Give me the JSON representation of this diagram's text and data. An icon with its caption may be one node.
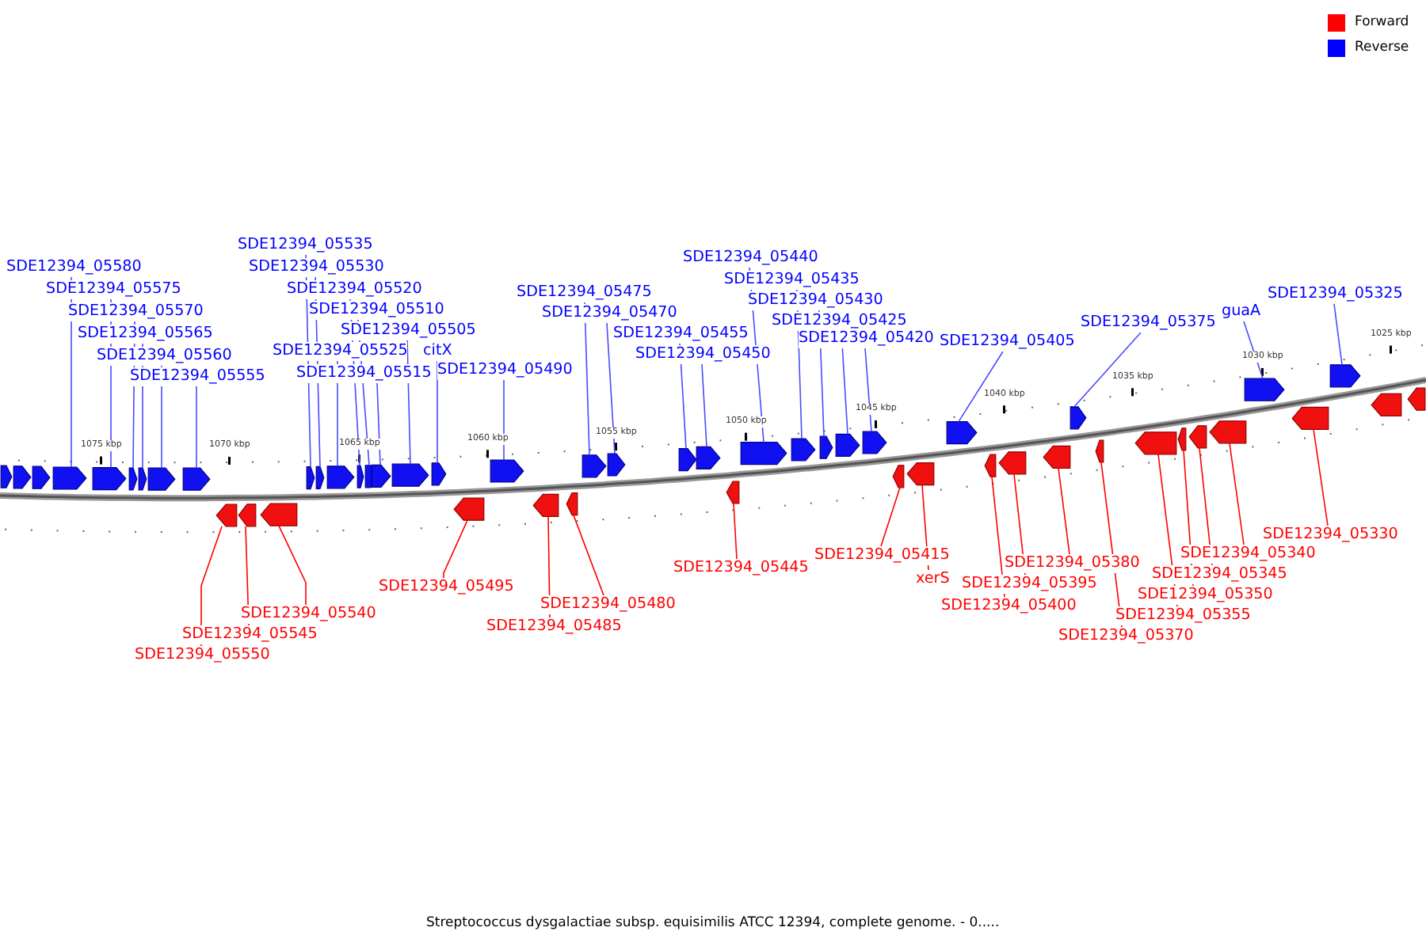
{
  "diagram": {
    "caption": "Streptococcus dysgalactiae subsp. equisimilis ATCC 12394, complete genome. - 0.....",
    "nodes": [
      {
        "text": [
          "SDE12394_05580"
        ]
      },
      {
        "text": [
          "SDE12394_05575"
        ]
      },
      {
        "text": [
          "SDE12394_05570"
        ]
      },
      {
        "text": [
          "SDE12394_05565"
        ]
      },
      {
        "text": [
          "SDE12394_05560"
        ]
      },
      {
        "text": [
          "SDE12394_05555"
        ]
      },
      {
        "text": [
          "SDE12394_05535"
        ]
      },
      {
        "text": [
          "SDE12394_05530"
        ]
      },
      {
        "text": [
          "SDE12394_05520"
        ]
      },
      {
        "text": [
          "SDE12394_05525"
        ]
      },
      {
        "text": [
          "SDE12394_05510"
        ]
      },
      {
        "text": [
          "SDE12394_05515"
        ]
      },
      {
        "text": [
          "SDE12394_05505"
        ]
      },
      {
        "text": [
          "citX"
        ]
      },
      {
        "text": [
          "SDE12394_05490"
        ]
      },
      {
        "text": [
          "SDE12394_05475"
        ]
      },
      {
        "text": [
          "SDE12394_05470"
        ]
      },
      {
        "text": [
          "SDE12394_05455"
        ]
      },
      {
        "text": [
          "SDE12394_05450"
        ]
      },
      {
        "text": [
          "SDE12394_05440"
        ]
      },
      {
        "text": [
          "SDE12394_05435"
        ]
      },
      {
        "text": [
          "SDE12394_05430"
        ]
      },
      {
        "text": [
          "SDE12394_05425"
        ]
      },
      {
        "text": [
          "SDE12394_05420"
        ]
      },
      {
        "text": [
          "SDE12394_05405"
        ]
      },
      {
        "text": [
          "SDE12394_05375"
        ]
      },
      {
        "text": [
          "guaA"
        ]
      },
      {
        "text": [
          "SDE12394_05325"
        ]
      },
      {
        "text": [
          "SDE12394_05495"
        ]
      },
      {
        "text": [
          "SDE12394_05445"
        ]
      },
      {
        "text": [
          "SDE12394_05415"
        ]
      },
      {
        "text": [
          "xerS"
        ]
      },
      {
        "text": [
          "SDE12394_05380"
        ]
      },
      {
        "text": [
          "SDE12394_05330"
        ]
      },
      {
        "text": [
          "SDE12394_05340"
        ]
      },
      {
        "text": [
          "SDE12394_05395"
        ]
      },
      {
        "text": [
          "SDE12394_05345"
        ]
      },
      {
        "text": [
          "SDE12394_05350"
        ]
      },
      {
        "text": [
          "SDE12394_05540"
        ]
      },
      {
        "text": [
          "SDE12394_05480"
        ]
      },
      {
        "text": [
          "SDE12394_05400"
        ]
      },
      {
        "text": [
          "SDE12394_05355"
        ]
      },
      {
        "text": [
          "SDE12394_05485"
        ]
      },
      {
        "text": [
          "SDE12394_05545"
        ]
      },
      {
        "text": [
          "SDE12394_05370"
        ]
      },
      {
        "text": [
          "SDE12394_05550"
        ]
      },
      {
        "text": [],
        "shape": "arrow"
      },
      {
        "text": [],
        "shape": "arrow"
      },
      {
        "text": [],
        "shape": "arrow"
      },
      {
        "text": [],
        "shape": "arrow"
      },
      {
        "text": [],
        "shape": "arrow"
      },
      {
        "text": [],
        "shape": "arrow"
      },
      {
        "text": [],
        "shape": "arrow"
      },
      {
        "text": [],
        "shape": "arrow"
      },
      {
        "text": [],
        "shape": "arrow"
      },
      {
        "text": [],
        "shape": "arrow"
      },
      {
        "text": [],
        "shape": "arrow"
      },
      {
        "text": [],
        "shape": "arrow"
      },
      {
        "text": [],
        "shape": "arrow"
      },
      {
        "text": [],
        "shape": "arrow"
      },
      {
        "text": [],
        "shape": "arrow"
      },
      {
        "text": [],
        "shape": "arrow"
      },
      {
        "text": [],
        "shape": "arrow"
      },
      {
        "text": [],
        "shape": "arrow"
      },
      {
        "text": [],
        "shape": "arrow"
      },
      {
        "text": [],
        "shape": "arrow"
      },
      {
        "text": [],
        "shape": "arrow"
      },
      {
        "text": [],
        "shape": "arrow"
      },
      {
        "text": [],
        "shape": "arrow"
      },
      {
        "text": [],
        "shape": "arrow"
      },
      {
        "text": [],
        "shape": "arrow"
      },
      {
        "text": [],
        "shape": "arrow"
      },
      {
        "text": [],
        "shape": "arrow"
      },
      {
        "text": [],
        "shape": "arrow"
      },
      {
        "text": [],
        "shape": "arrow"
      },
      {
        "text": [],
        "shape": "arrow"
      },
      {
        "text": [],
        "shape": "arrow"
      },
      {
        "text": [],
        "shape": "arrow"
      },
      {
        "text": [],
        "shape": "arrow"
      },
      {
        "text": [],
        "shape": "arrow"
      },
      {
        "text": [],
        "shape": "arrow"
      },
      {
        "text": [],
        "shape": "arrow"
      },
      {
        "text": [],
        "shape": "arrow"
      },
      {
        "text": [],
        "shape": "arrow"
      },
      {
        "text": [],
        "shape": "arrow"
      },
      {
        "text": [],
        "shape": "arrow"
      },
      {
        "text": [],
        "shape": "arrow"
      },
      {
        "text": [],
        "shape": "arrow"
      },
      {
        "text": [],
        "shape": "arrow"
      },
      {
        "text": [],
        "shape": "arrow"
      },
      {
        "text": [],
        "shape": "arrow"
      },
      {
        "text": [],
        "shape": "arrow"
      },
      {
        "text": [],
        "shape": "arrow"
      },
      {
        "text": [],
        "shape": "arrow"
      },
      {
        "text": [],
        "shape": "arrow"
      },
      {
        "text": [],
        "shape": "arrow"
      },
      {
        "text": [],
        "shape": "arrow"
      }
    ],
    "edges": [
      {
        "from": 0,
        "to": 49,
        "arrow": "none"
      },
      {
        "from": 1,
        "to": 50,
        "arrow": "none"
      },
      {
        "from": 2,
        "to": 51,
        "arrow": "none"
      },
      {
        "from": 3,
        "to": 52,
        "arrow": "none"
      },
      {
        "from": 4,
        "to": 53,
        "arrow": "none"
      },
      {
        "from": 5,
        "to": 54,
        "arrow": "none"
      },
      {
        "from": 6,
        "to": 55,
        "arrow": "none"
      },
      {
        "from": 7,
        "to": 56,
        "arrow": "none"
      },
      {
        "from": 8,
        "to": 58,
        "arrow": "none"
      },
      {
        "from": 9,
        "to": 57,
        "arrow": "none"
      },
      {
        "from": 10,
        "to": 59,
        "arrow": "none"
      },
      {
        "from": 11,
        "to": 60,
        "arrow": "none"
      },
      {
        "from": 12,
        "to": 61,
        "arrow": "none"
      },
      {
        "from": 13,
        "to": 62,
        "arrow": "none"
      },
      {
        "from": 14,
        "to": 63,
        "arrow": "none"
      },
      {
        "from": 15,
        "to": 64,
        "arrow": "none"
      },
      {
        "from": 16,
        "to": 65,
        "arrow": "none"
      },
      {
        "from": 17,
        "to": 66,
        "arrow": "none"
      },
      {
        "from": 18,
        "to": 67,
        "arrow": "none"
      },
      {
        "from": 19,
        "to": 68,
        "arrow": "none"
      },
      {
        "from": 20,
        "to": 69,
        "arrow": "none"
      },
      {
        "from": 21,
        "to": 70,
        "arrow": "none"
      },
      {
        "from": 22,
        "to": 71,
        "arrow": "none"
      },
      {
        "from": 23,
        "to": 72,
        "arrow": "none"
      },
      {
        "from": 24,
        "to": 73,
        "arrow": "none"
      },
      {
        "from": 25,
        "to": 74,
        "arrow": "none"
      },
      {
        "from": 26,
        "to": 75,
        "arrow": "none"
      },
      {
        "from": 27,
        "to": 76,
        "arrow": "none"
      },
      {
        "from": 28,
        "to": 80,
        "arrow": "none",
        "color": "#ff0000"
      },
      {
        "from": 29,
        "to": 83,
        "arrow": "none",
        "color": "#ff0000"
      },
      {
        "from": 30,
        "to": 84,
        "arrow": "none",
        "color": "#ff0000"
      },
      {
        "from": 31,
        "to": 85,
        "arrow": "none",
        "color": "#ff0000"
      },
      {
        "from": 32,
        "to": 88,
        "arrow": "none",
        "color": "#ff0000"
      },
      {
        "from": 33,
        "to": 94,
        "arrow": "none",
        "color": "#ff0000"
      },
      {
        "from": 34,
        "to": 93,
        "arrow": "none",
        "color": "#ff0000"
      },
      {
        "from": 35,
        "to": 87,
        "arrow": "none",
        "color": "#ff0000"
      },
      {
        "from": 36,
        "to": 92,
        "arrow": "none",
        "color": "#ff0000"
      },
      {
        "from": 37,
        "to": 91,
        "arrow": "none",
        "color": "#ff0000"
      },
      {
        "from": 38,
        "to": 79,
        "arrow": "none",
        "color": "#ff0000"
      },
      {
        "from": 39,
        "to": 82,
        "arrow": "none",
        "color": "#ff0000"
      },
      {
        "from": 40,
        "to": 86,
        "arrow": "none",
        "color": "#ff0000"
      },
      {
        "from": 41,
        "to": 90,
        "arrow": "none",
        "color": "#ff0000"
      },
      {
        "from": 42,
        "to": 81,
        "arrow": "none",
        "color": "#ff0000"
      },
      {
        "from": 43,
        "to": 78,
        "arrow": "none",
        "color": "#ff0000"
      },
      {
        "from": 44,
        "to": 89,
        "arrow": "none",
        "color": "#ff0000"
      },
      {
        "from": 45,
        "to": 77,
        "arrow": "none",
        "color": "#ff0000"
      }
    ],
    "labels": [
      "1025 kbp",
      "1030 kbp",
      "1035 kbp",
      "1040 kbp",
      "1045 kbp",
      "1050 kbp",
      "1055 kbp",
      "1060 kbp",
      "1065 kbp",
      "1070 kbp",
      "1075 kbp"
    ],
    "legend": [
      {
        "text": "Forward",
        "color": "#ff0000"
      },
      {
        "text": "Reverse",
        "color": "#0000ff"
      }
    ]
  }
}
